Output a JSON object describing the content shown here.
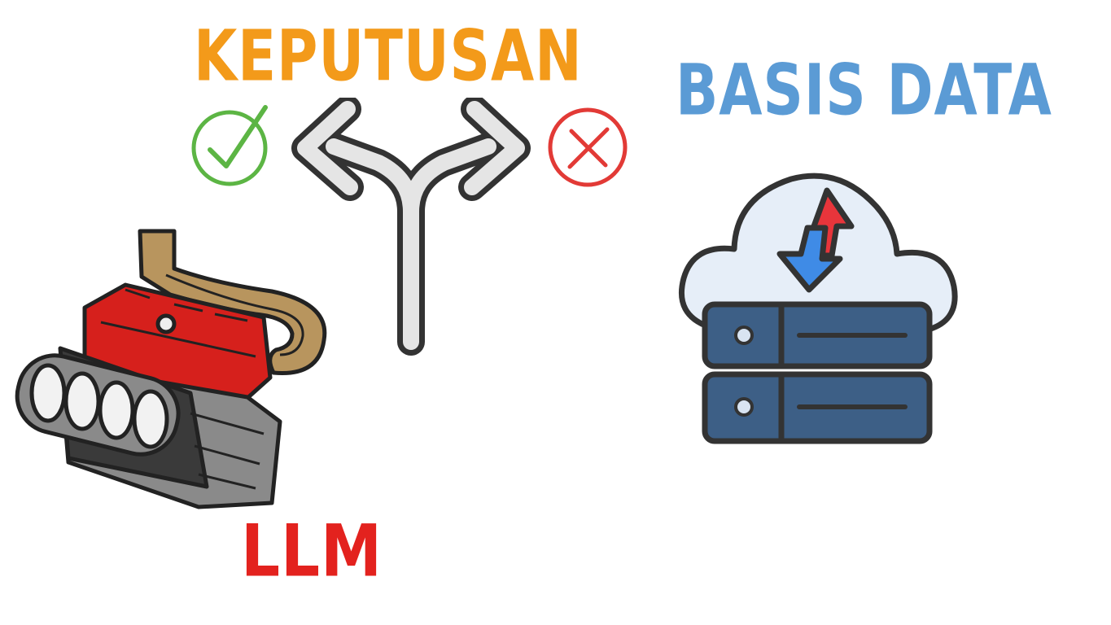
{
  "labels": {
    "decision": "KEPUTUSAN",
    "database": "BASIS DATA",
    "llm": "LLM"
  },
  "colors": {
    "decision": "#f39a1a",
    "database": "#5b9bd5",
    "llm": "#e3221e",
    "check": "#5cb544",
    "cross": "#e23a36",
    "outline": "#333333",
    "server": "#3d5f86",
    "cloud": "#e6eef8",
    "arrow_up": "#e8353b",
    "arrow_down": "#3f8be6",
    "engine_red": "#d6201c",
    "engine_gray": "#8a8a8a",
    "pipe": "#b8955e"
  },
  "icons": [
    "check-icon",
    "cross-icon",
    "fork-arrow-icon",
    "engine-icon",
    "cloud-database-icon"
  ]
}
